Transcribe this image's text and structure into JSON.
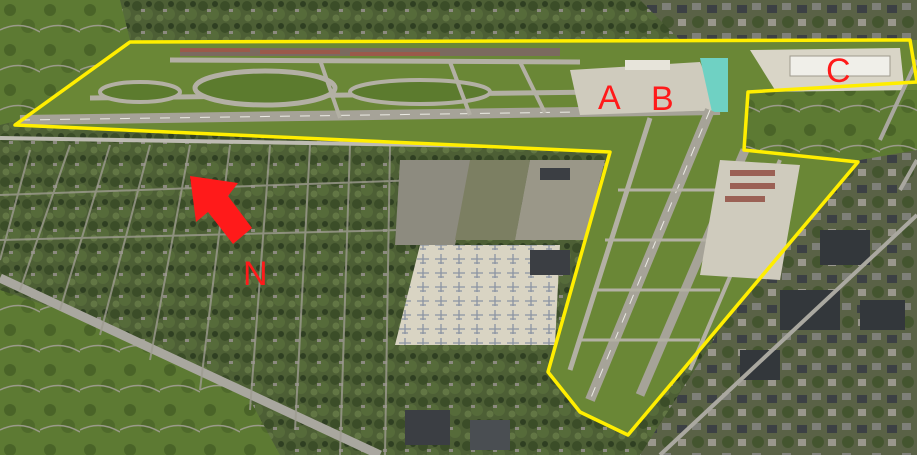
{
  "map": {
    "labels": {
      "a": "A",
      "b": "B",
      "c": "C",
      "north": "N"
    },
    "colors": {
      "boundary": "#ffee00",
      "marker": "#ff1a1a",
      "grass": "#6f8a3a",
      "turf": "#5f7f2e",
      "pavement": "#b7b4a7",
      "apron": "#d6d2c4",
      "urban": "#4e5a37",
      "road": "#c2c0b8",
      "roof": "#3b3e43",
      "teal": "#6fd1c3"
    },
    "icons": {
      "north_arrow": "north-arrow-icon"
    }
  }
}
